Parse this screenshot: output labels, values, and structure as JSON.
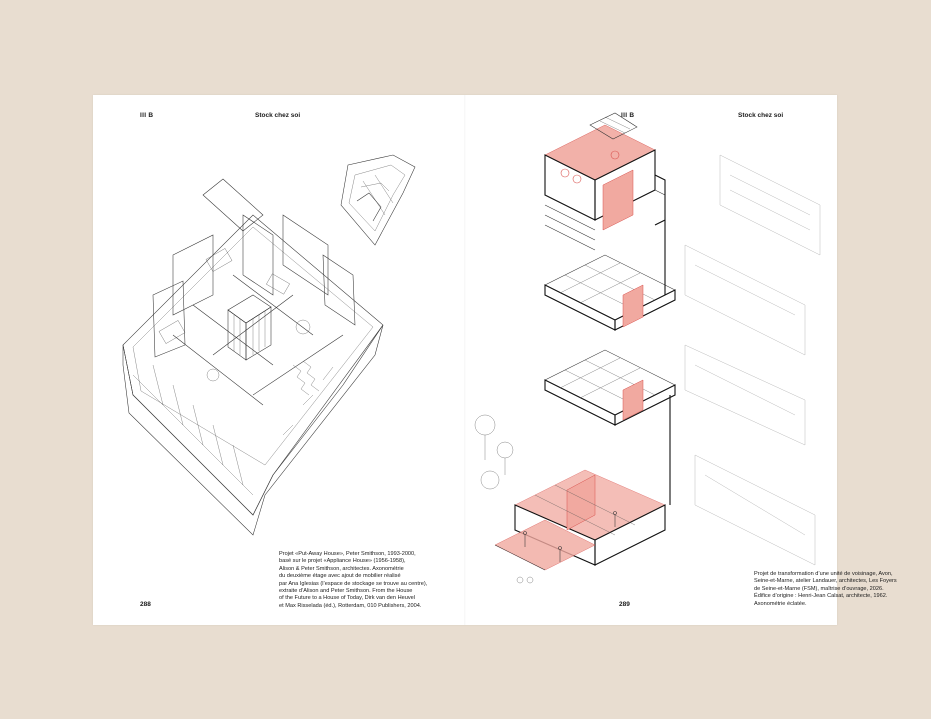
{
  "left_page": {
    "section": "III  B",
    "title": "Stock chez soi",
    "caption": "Projet «Put-Away House», Peter Smithson, 1993-2000,\nbasé sur le projet «Appliance House» (1956-1958),\nAlison & Peter Smithson, architectes. Axonométrie\ndu deuxième étage avec ajout de mobilier réalisé\npar Ana Iglesias (l’espace de stockage se trouve au centre),\nextraite d’Alison and Peter Smithson. From the House\nof the Future to a House of Today, Dirk van den Heuvel\net Max Risselada (éd.), Rotterdam, 010 Publishers, 2004.",
    "folio": "288"
  },
  "right_page": {
    "section": "III  B",
    "title": "Stock chez soi",
    "caption": "Projet de transformation d’une unité de voisinage, Avon,\nSeine-et-Marne, atelier Landauer, architectes, Les Foyers\nde Seine-et-Marne (FSM), maîtrise d’ouvrage, 2026.\nÉdifice d’origine : Henri-Jean Calsat, architecte, 1962.\nAxonométrie éclatée.",
    "folio": "289"
  },
  "colors": {
    "background": "#e8ddd0",
    "paper": "#ffffff",
    "highlight": "#f1a9a0"
  }
}
